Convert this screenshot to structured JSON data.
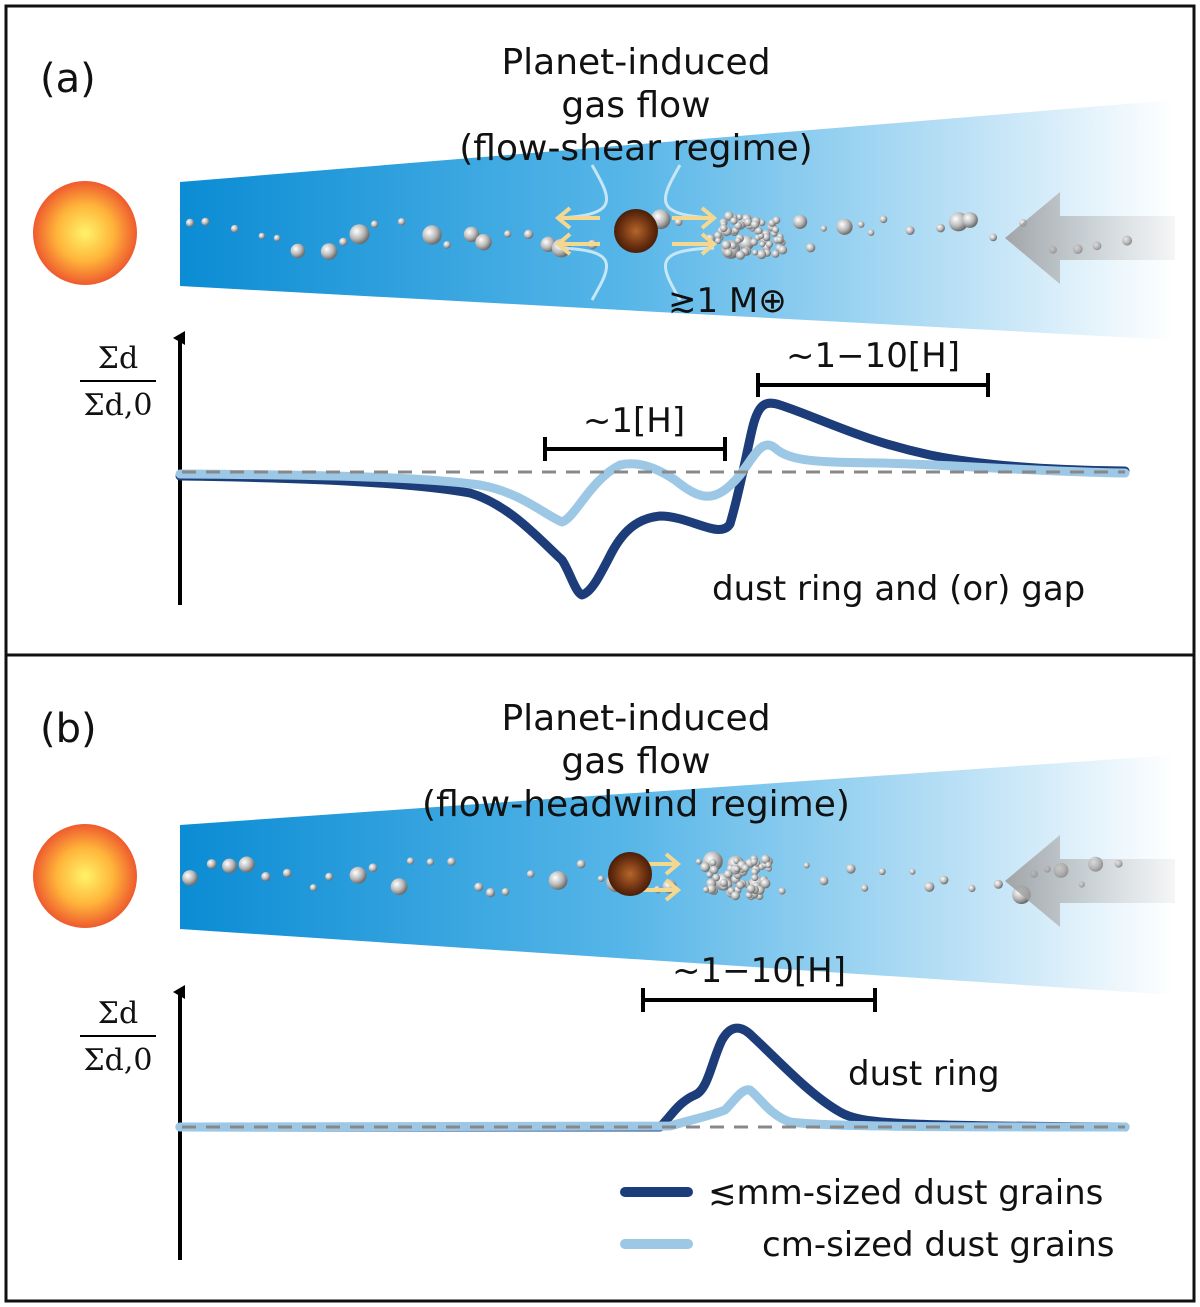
{
  "panel_a": {
    "label": "(a)",
    "title_line1": "Planet-induced",
    "title_line2": "gas flow",
    "title_line3": "(flow-shear regime)",
    "mass_label": "≳1 M⊕",
    "ylabel_num": "Σd",
    "ylabel_den": "Σd,0",
    "scale_gap": "~1[H]",
    "scale_ring": "~1−10[H]",
    "caption": "dust ring and (or) gap"
  },
  "panel_b": {
    "label": "(b)",
    "title_line1": "Planet-induced",
    "title_line2": "gas flow",
    "title_line3": "(flow-headwind regime)",
    "ylabel_num": "Σd",
    "ylabel_den": "Σd,0",
    "scale_ring": "~1−10[H]",
    "caption": "dust ring"
  },
  "legend": {
    "mm": "≲mm-sized dust grains",
    "cm": "cm-sized dust grains"
  },
  "colors": {
    "disk_inner": "#0f8fd6",
    "disk_outer": "#ffffff",
    "star_center": "#ffee4a",
    "star_edge": "#f05a30",
    "planet": "#7a3a10",
    "flow_arrow": "#f4d890",
    "mm_curve": "#1c3d7a",
    "cm_curve": "#9cc8e6",
    "baseline": "#888888"
  }
}
